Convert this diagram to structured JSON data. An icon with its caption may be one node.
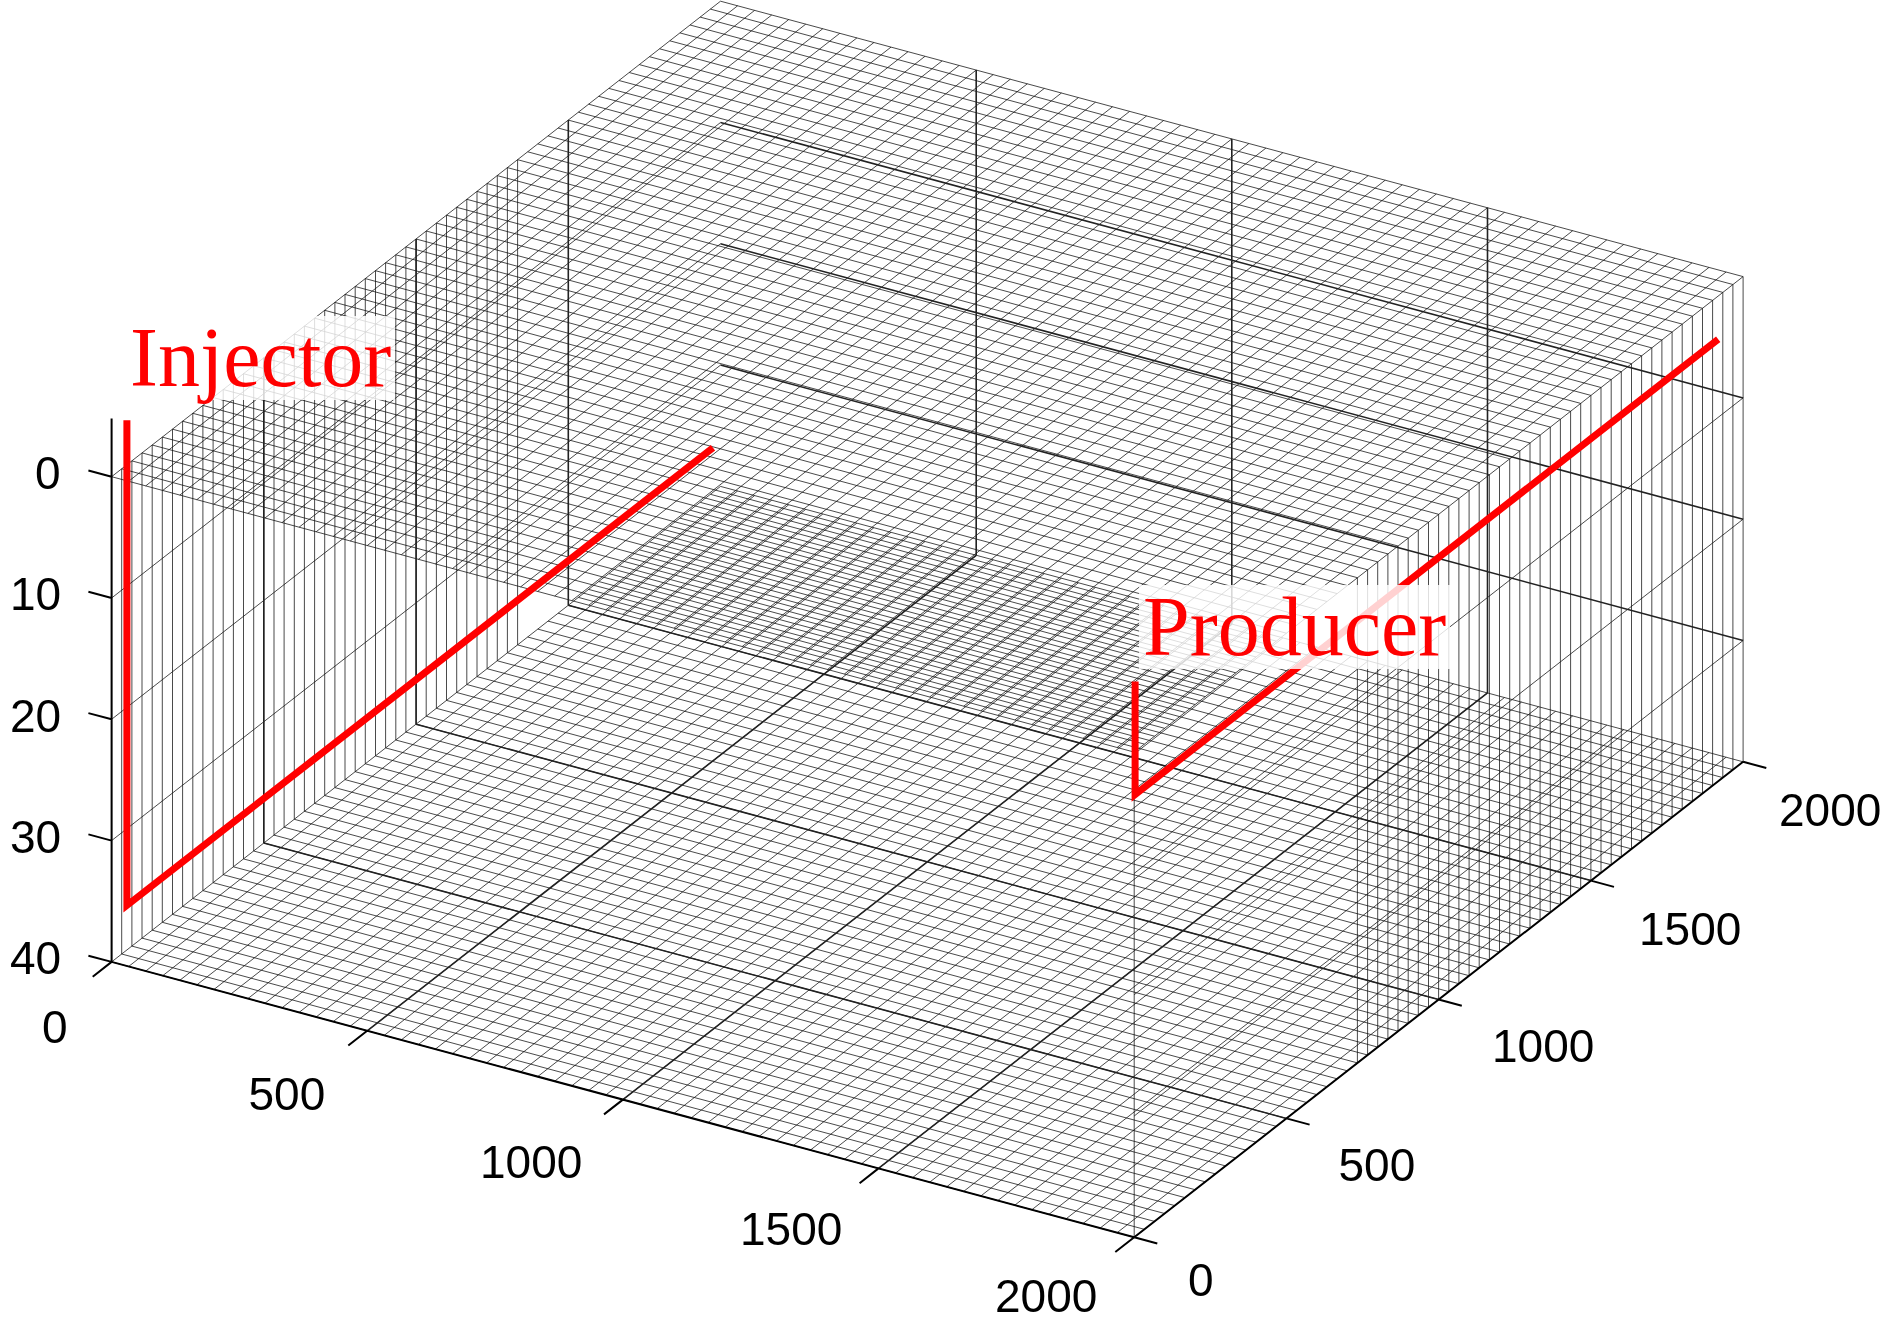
{
  "diagram": {
    "labels": [
      "Injector",
      "Producer",
      "0",
      "10",
      "20",
      "30",
      "40",
      "0",
      "500",
      "1000",
      "1500",
      "2000",
      "0",
      "500",
      "1000",
      "1500",
      "2000"
    ]
  }
}
